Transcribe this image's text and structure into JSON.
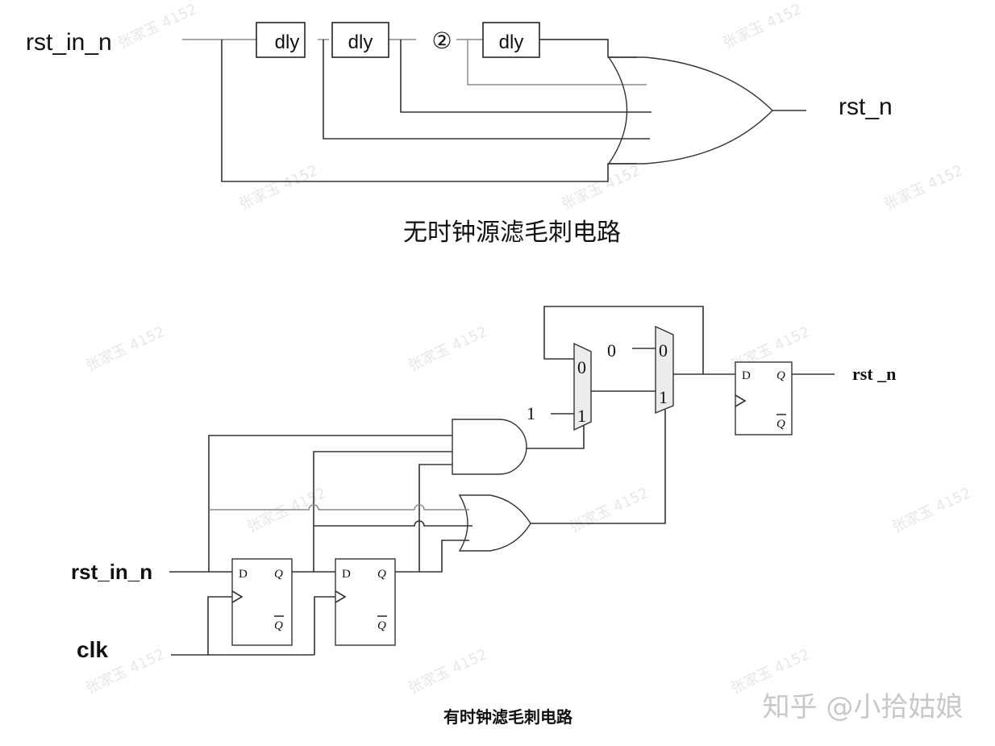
{
  "top_circuit": {
    "input_label": "rst_in_n",
    "delay_labels": [
      "dly",
      "dly",
      "dly"
    ],
    "repeat_marker": "②",
    "output_label": "rst_n",
    "caption": "无时钟源滤毛刺电路"
  },
  "bottom_circuit": {
    "input_label": "rst_in_n",
    "clock_label": "clk",
    "output_label": "rst _n",
    "ff_pins": {
      "d": "D",
      "q": "Q",
      "qbar": "Q"
    },
    "mux1": {
      "in0": "0",
      "in1": "1",
      "const_label": "1"
    },
    "mux2": {
      "in0": "0",
      "in1": "1",
      "const_label": "0"
    },
    "caption": "有时钟滤毛刺电路"
  },
  "watermark": {
    "text": "张家玉 4152",
    "brand": "知乎 @小拾姑娘"
  }
}
